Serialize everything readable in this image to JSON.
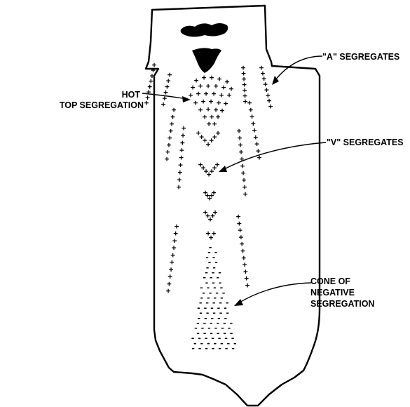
{
  "labels": {
    "a_segregates": "\"A\" SEGREGATES",
    "hot_top_line1": "HOT",
    "hot_top_line2": "TOP SEGREGATION",
    "v_segregates": "\"V\" SEGREGATES",
    "cone_line1": "CONE OF",
    "cone_line2": "NEGATIVE",
    "cone_line3": "SEGREGATION"
  },
  "marks": {
    "positive": "+",
    "negative": "-"
  },
  "colors": {
    "ink": "#000000",
    "background": "#ffffff"
  }
}
